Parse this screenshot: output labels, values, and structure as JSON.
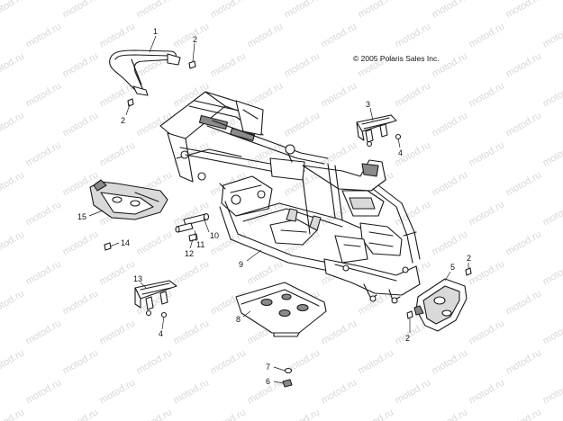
{
  "copyright": "© 2005 Polaris Sales Inc.",
  "watermark": "motod.ru",
  "callouts": [
    "1",
    "2",
    "2",
    "3",
    "4",
    "15",
    "14",
    "10",
    "11",
    "12",
    "9",
    "13",
    "4",
    "8",
    "5",
    "2",
    "2",
    "7",
    "6"
  ]
}
